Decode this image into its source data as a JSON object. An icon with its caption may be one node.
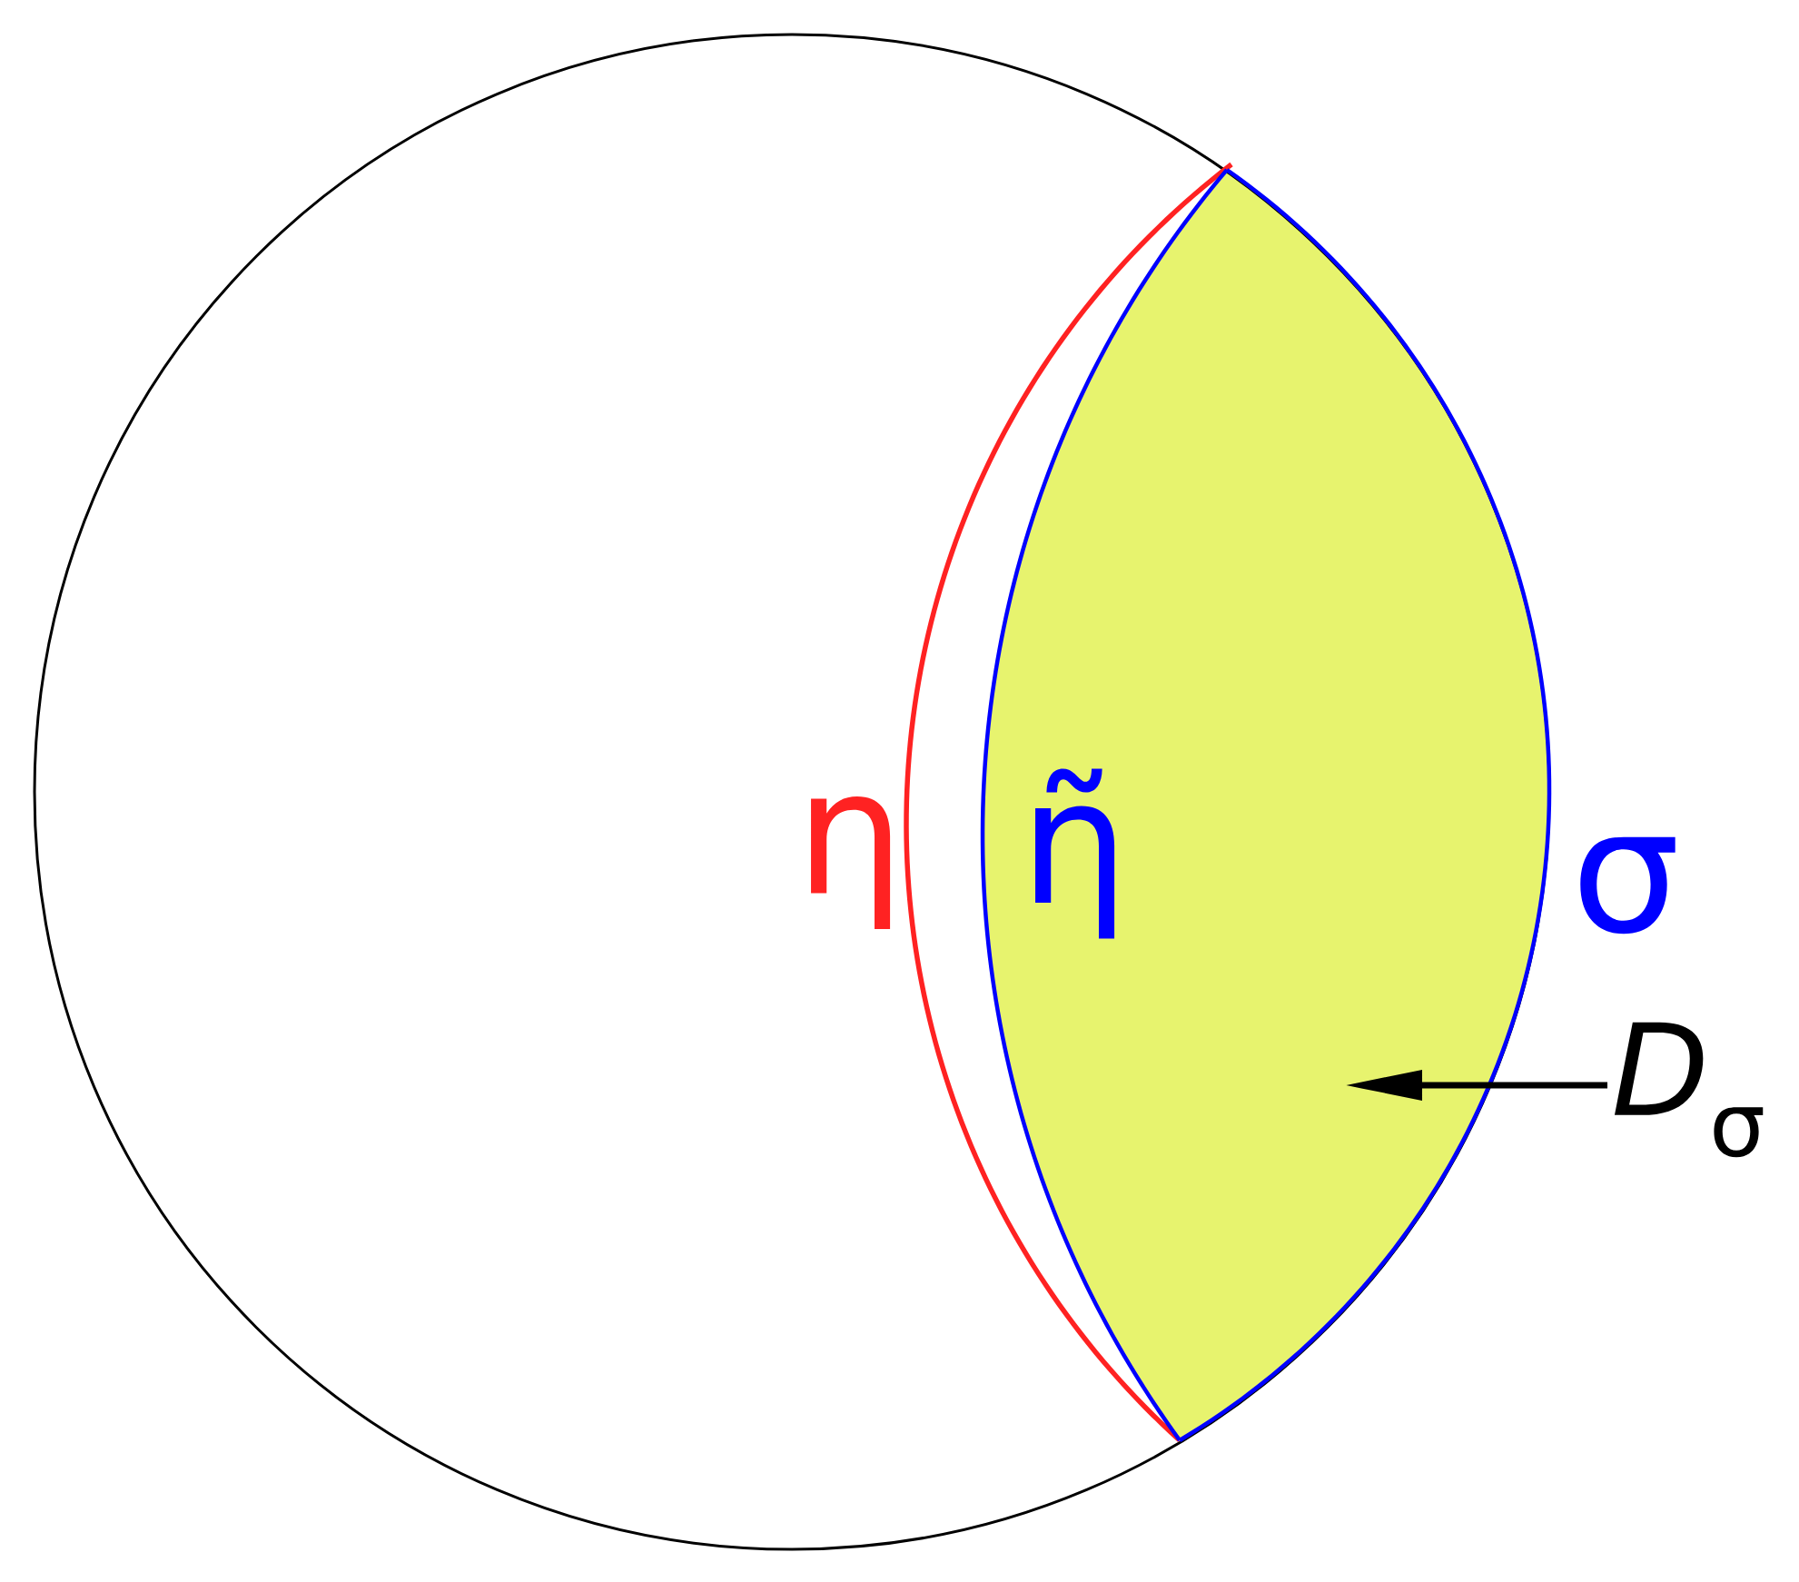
{
  "diagram": {
    "nodes": [
      {
        "text": [],
        "shape": "lens"
      },
      {
        "text": [
          "*D*$_{σ}$"
        ]
      }
    ],
    "edges": [
      {
        "from": 1,
        "to": 0,
        "arrow": "to"
      }
    ],
    "labels": [
      "η",
      "η̃",
      "σ"
    ]
  }
}
